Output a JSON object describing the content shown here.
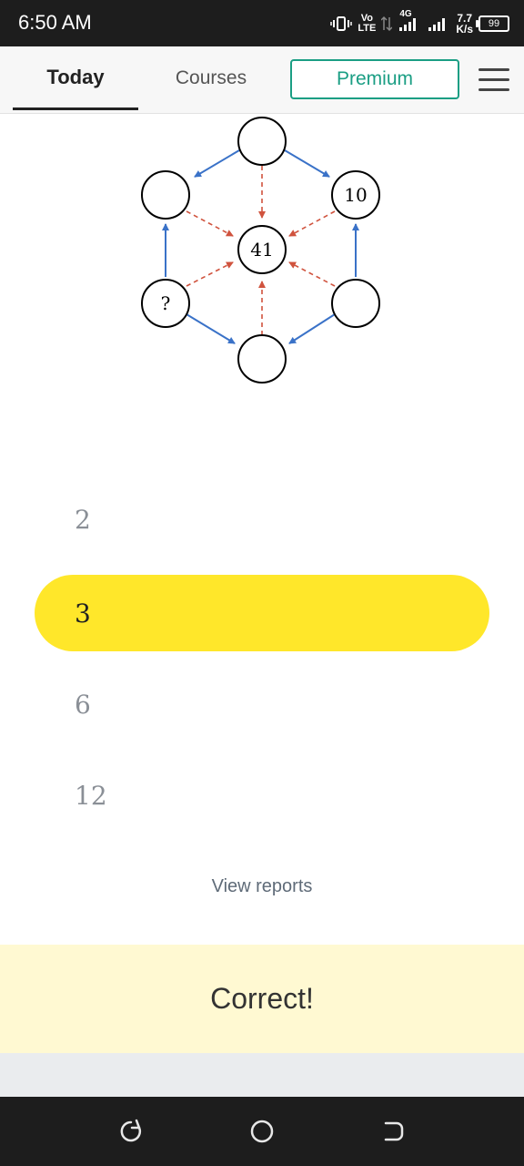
{
  "status_bar": {
    "time": "6:50 AM",
    "network_volte": "Vo",
    "network_lte": "LTE",
    "network_gen": "4G",
    "speed_value": "7.7",
    "speed_unit": "K/s",
    "battery": "99"
  },
  "nav": {
    "today": "Today",
    "courses": "Courses",
    "premium": "Premium"
  },
  "puzzle": {
    "top_right_value": "10",
    "center_value": "41",
    "bottom_left_value": "?",
    "outer_arrow_color": "#3a72c8",
    "inner_arrow_color": "#d0533e"
  },
  "options": [
    {
      "label": "2",
      "selected": false
    },
    {
      "label": "3",
      "selected": true
    },
    {
      "label": "6",
      "selected": false
    },
    {
      "label": "12",
      "selected": false
    }
  ],
  "view_reports": "View reports",
  "feedback": "Correct!",
  "colors": {
    "accent": "#1b9e84",
    "selected_option": "#ffe72a",
    "feedback_bg": "#fff9d2"
  }
}
